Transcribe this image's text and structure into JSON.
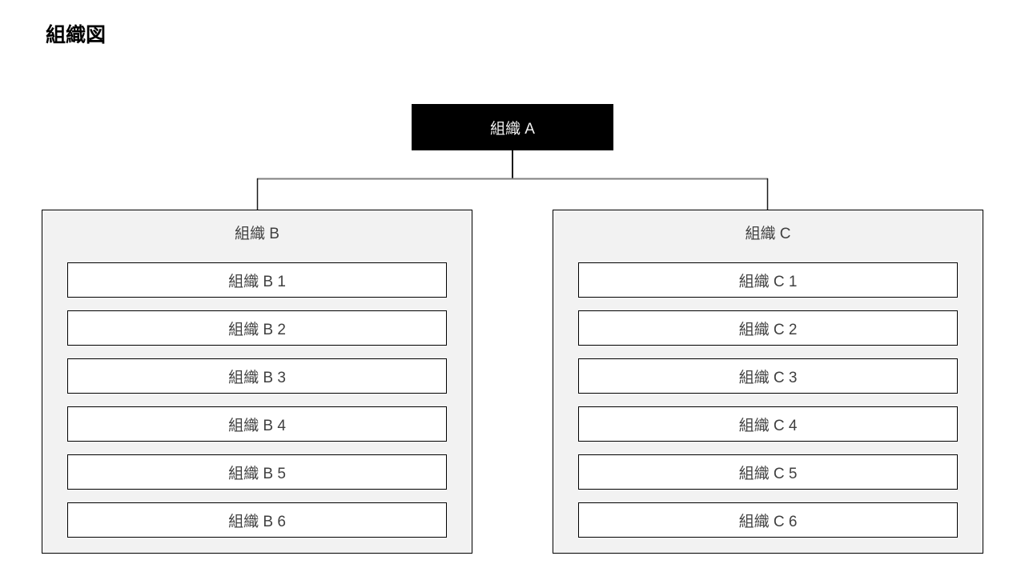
{
  "page": {
    "title": "組織図"
  },
  "chart": {
    "type": "org-chart",
    "root": {
      "label": "組織 A"
    },
    "groups": [
      {
        "label": "組織 B",
        "items": [
          "組織 B 1",
          "組織 B 2",
          "組織 B 3",
          "組織 B 4",
          "組織 B 5",
          "組織 B 6"
        ]
      },
      {
        "label": "組織 C",
        "items": [
          "組織 C 1",
          "組織 C 2",
          "組織 C 3",
          "組織 C 4",
          "組織 C 5",
          "組織 C 6"
        ]
      }
    ],
    "colors": {
      "root_bg": "#000000",
      "root_text": "#f2f2f2",
      "group_bg": "#f2f2f2",
      "border": "#000000",
      "item_bg": "#ffffff",
      "item_text": "#404040",
      "connector_vertical": "#1a1a1a",
      "connector_horizontal": "#7f7f7f"
    }
  }
}
